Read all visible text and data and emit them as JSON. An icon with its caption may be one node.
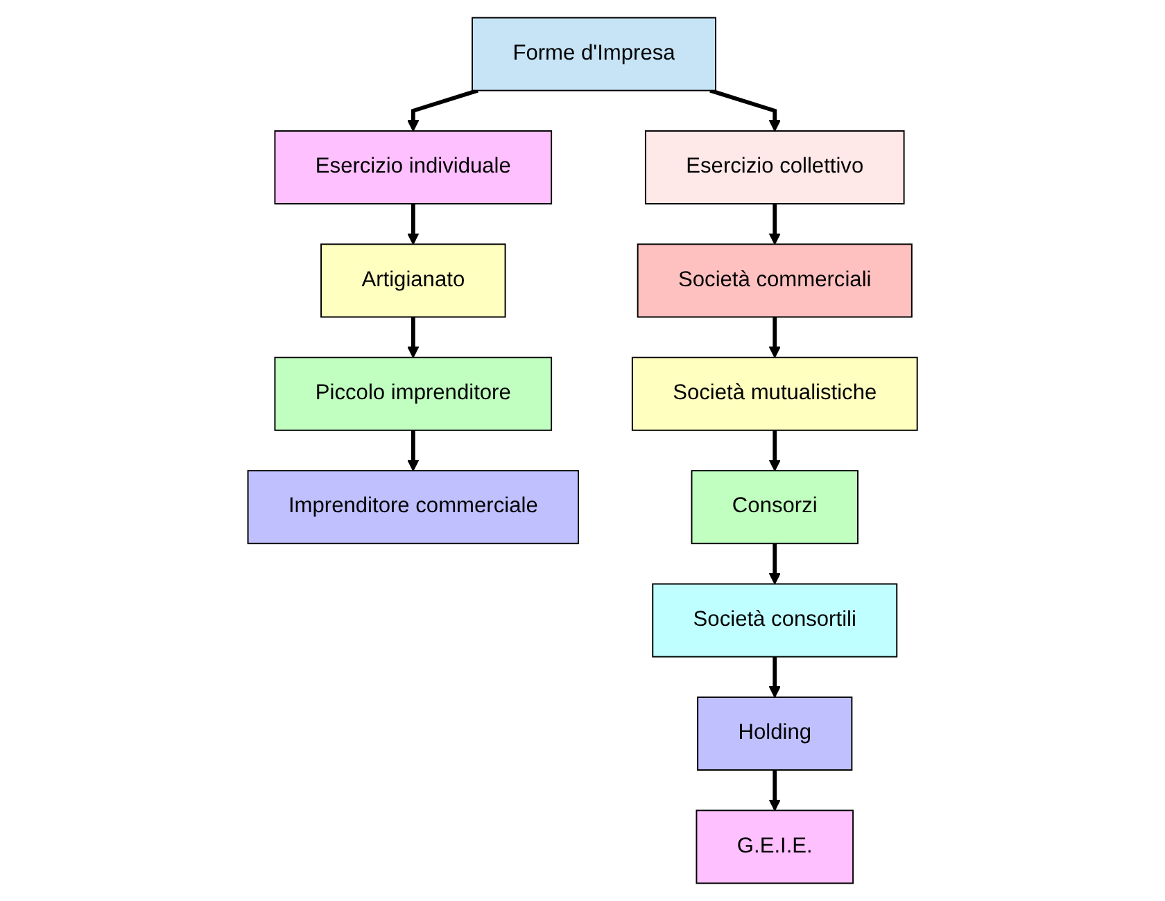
{
  "diagram": {
    "nodes": [
      {
        "text": [
          "Forme d'Impresa"
        ]
      },
      {
        "text": [
          "Esercizio individuale"
        ]
      },
      {
        "text": [
          "Artigianato"
        ]
      },
      {
        "text": [
          "Piccolo imprenditore"
        ]
      },
      {
        "text": [
          "Imprenditore commerciale"
        ]
      },
      {
        "text": [
          "Esercizio collettivo"
        ]
      },
      {
        "text": [
          "Società commerciali"
        ]
      },
      {
        "text": [
          "Società mutualistiche"
        ]
      },
      {
        "text": [
          "Consorzi"
        ]
      },
      {
        "text": [
          "Società consortili"
        ]
      },
      {
        "text": [
          "Holding"
        ]
      },
      {
        "text": [
          "G.E.I.E."
        ]
      }
    ],
    "edges": [
      {
        "from": 0,
        "to": 1,
        "arrow": "to"
      },
      {
        "from": 0,
        "to": 5,
        "arrow": "to"
      },
      {
        "from": 1,
        "to": 2,
        "arrow": "to"
      },
      {
        "from": 2,
        "to": 3,
        "arrow": "to"
      },
      {
        "from": 3,
        "to": 4,
        "arrow": "to"
      },
      {
        "from": 5,
        "to": 6,
        "arrow": "to"
      },
      {
        "from": 6,
        "to": 7,
        "arrow": "to"
      },
      {
        "from": 7,
        "to": 8,
        "arrow": "to"
      },
      {
        "from": 8,
        "to": 9,
        "arrow": "to"
      },
      {
        "from": 9,
        "to": 10,
        "arrow": "to"
      },
      {
        "from": 10,
        "to": 11,
        "arrow": "to"
      }
    ]
  }
}
